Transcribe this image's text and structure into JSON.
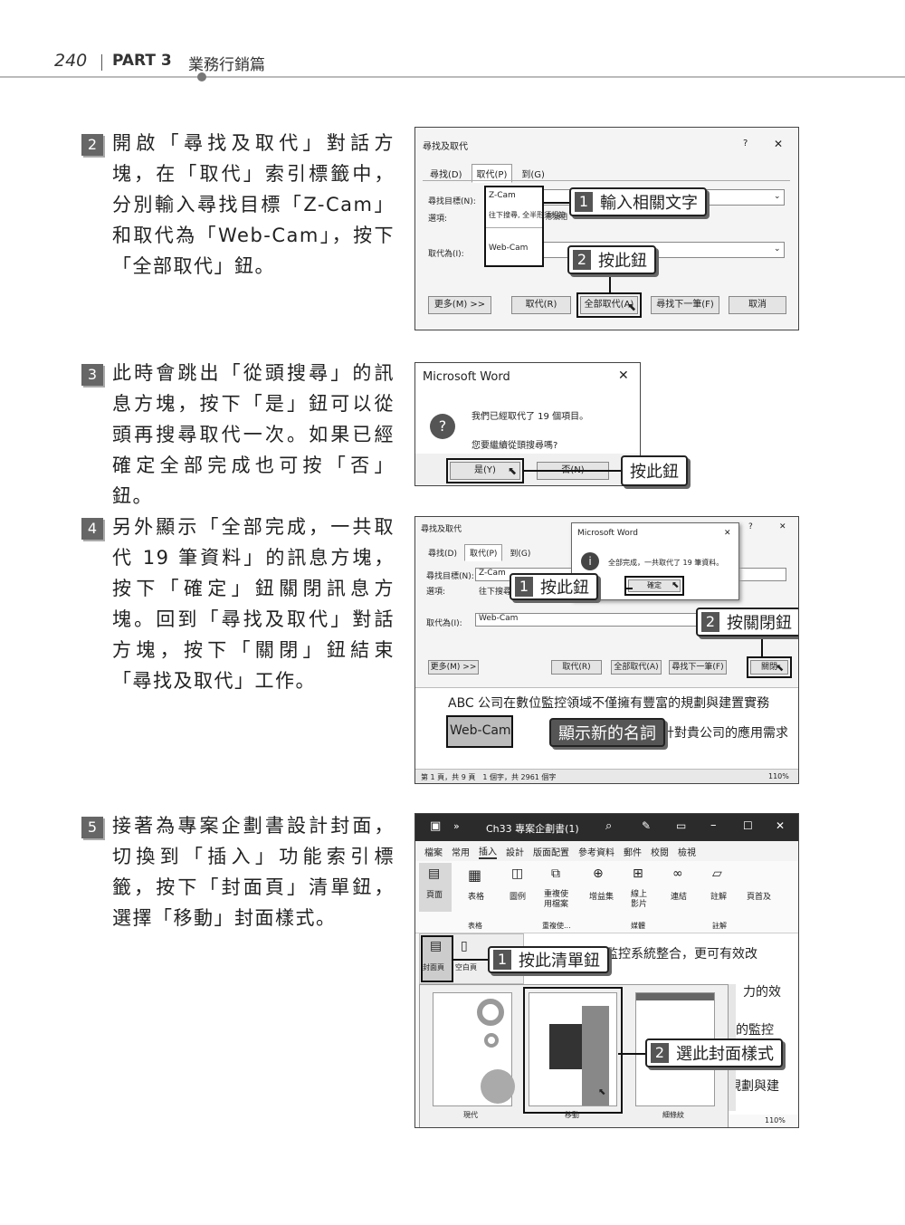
{
  "header": {
    "page_number": "240",
    "part": "PART 3",
    "title": "業務行銷篇"
  },
  "steps": [
    {
      "num": "2",
      "text": "開啟「尋找及取代」對話方塊，在「取代」索引標籤中，分別輸入尋找目標「Z-Cam」和取代為「Web-Cam」，按下「全部取代」鈕。"
    },
    {
      "num": "3",
      "text": "此時會跳出「從頭搜尋」的訊息方塊，按下「是」鈕可以從頭再搜尋取代一次。如果已經確定全部完成也可按「否」鈕。"
    },
    {
      "num": "4",
      "text": "另外顯示「全部完成，一共取代 19 筆資料」的訊息方塊，按下「確定」鈕關閉訊息方塊。回到「尋找及取代」對話方塊，按下「關閉」鈕結束「尋找及取代」工作。"
    },
    {
      "num": "5",
      "text": "接著為專案企劃書設計封面，切換到「插入」功能索引標籤，按下「封面頁」清單鈕，選擇「移動」封面樣式。"
    }
  ],
  "shot1": {
    "title": "尋找及取代",
    "help": "?",
    "close": "✕",
    "tabs": [
      "尋找(D)",
      "取代(P)",
      "到(G)"
    ],
    "find_label": "尋找目標(N):",
    "find_value": "Z-Cam",
    "options_label": "選項:",
    "options_value": "往下搜尋, 全半形須相符",
    "replace_label": "取代為(I):",
    "replace_value": "Web-Cam",
    "buttons": [
      "更多(M) >>",
      "取代(R)",
      "全部取代(A)",
      "尋找下一筆(F)",
      "取消"
    ],
    "callout1_num": "1",
    "callout1": "輸入相關文字",
    "callout2_num": "2",
    "callout2": "按此鈕"
  },
  "shot2": {
    "title": "Microsoft Word",
    "close": "✕",
    "msg1": "我們已經取代了 19 個項目。",
    "msg2": "您要繼續從頭搜尋嗎?",
    "yes": "是(Y)",
    "no": "否(N)",
    "callout": "按此鈕"
  },
  "shot3": {
    "title": "尋找及取代",
    "tabs": [
      "尋找(D)",
      "取代(P)",
      "到(G)"
    ],
    "find_label": "尋找目標(N):",
    "find_value": "Z-Cam",
    "options_label": "選項:",
    "options_value": "往下搜尋",
    "replace_label": "取代為(I):",
    "replace_value": "Web-Cam",
    "buttons": [
      "更多(M) >>",
      "取代(R)",
      "全部取代(A)",
      "尋找下一筆(F)",
      "關閉"
    ],
    "msgbox_title": "Microsoft Word",
    "msgbox_text": "全部完成，一共取代了 19 筆資料。",
    "msgbox_ok": "確定",
    "doc_line1": "ABC 公司在數位監控領域不僅擁有豐富的規劃與建置實務",
    "doc_word": "Web-Cam",
    "doc_line2_tail": "計對貴公司的應用需求",
    "status_left": "第 1 頁，共 9 頁　1 個字，共 2961 個字",
    "status_zoom": "110%",
    "callout1_num": "1",
    "callout1": "按此鈕",
    "callout2_num": "2",
    "callout2": "按關閉鈕",
    "callout3": "顯示新的名詞"
  },
  "shot4": {
    "doc_title": "Ch33 專案企劃書(1)",
    "menu": [
      "檔案",
      "常用",
      "插入",
      "設計",
      "版面配置",
      "參考資料",
      "郵件",
      "校閱",
      "檢視"
    ],
    "ribbon": [
      "頁面",
      "表格",
      "圖例",
      "重複使用檔案",
      "增益集",
      "線上影片",
      "連結",
      "註解",
      "頁首及"
    ],
    "groups": [
      "表格",
      "重複使...",
      "媒體",
      "註解"
    ],
    "cover_label": "封面頁",
    "blank_label": "空白頁",
    "styles": [
      "現代",
      "移動",
      "細條紋"
    ],
    "doc_text": [
      "監控系統整合，更可有效改",
      "力的效",
      "的監控",
      "規劃與建"
    ],
    "zoom": "110%",
    "callout1_num": "1",
    "callout1": "按此清單鈕",
    "callout2_num": "2",
    "callout2": "選此封面樣式"
  }
}
